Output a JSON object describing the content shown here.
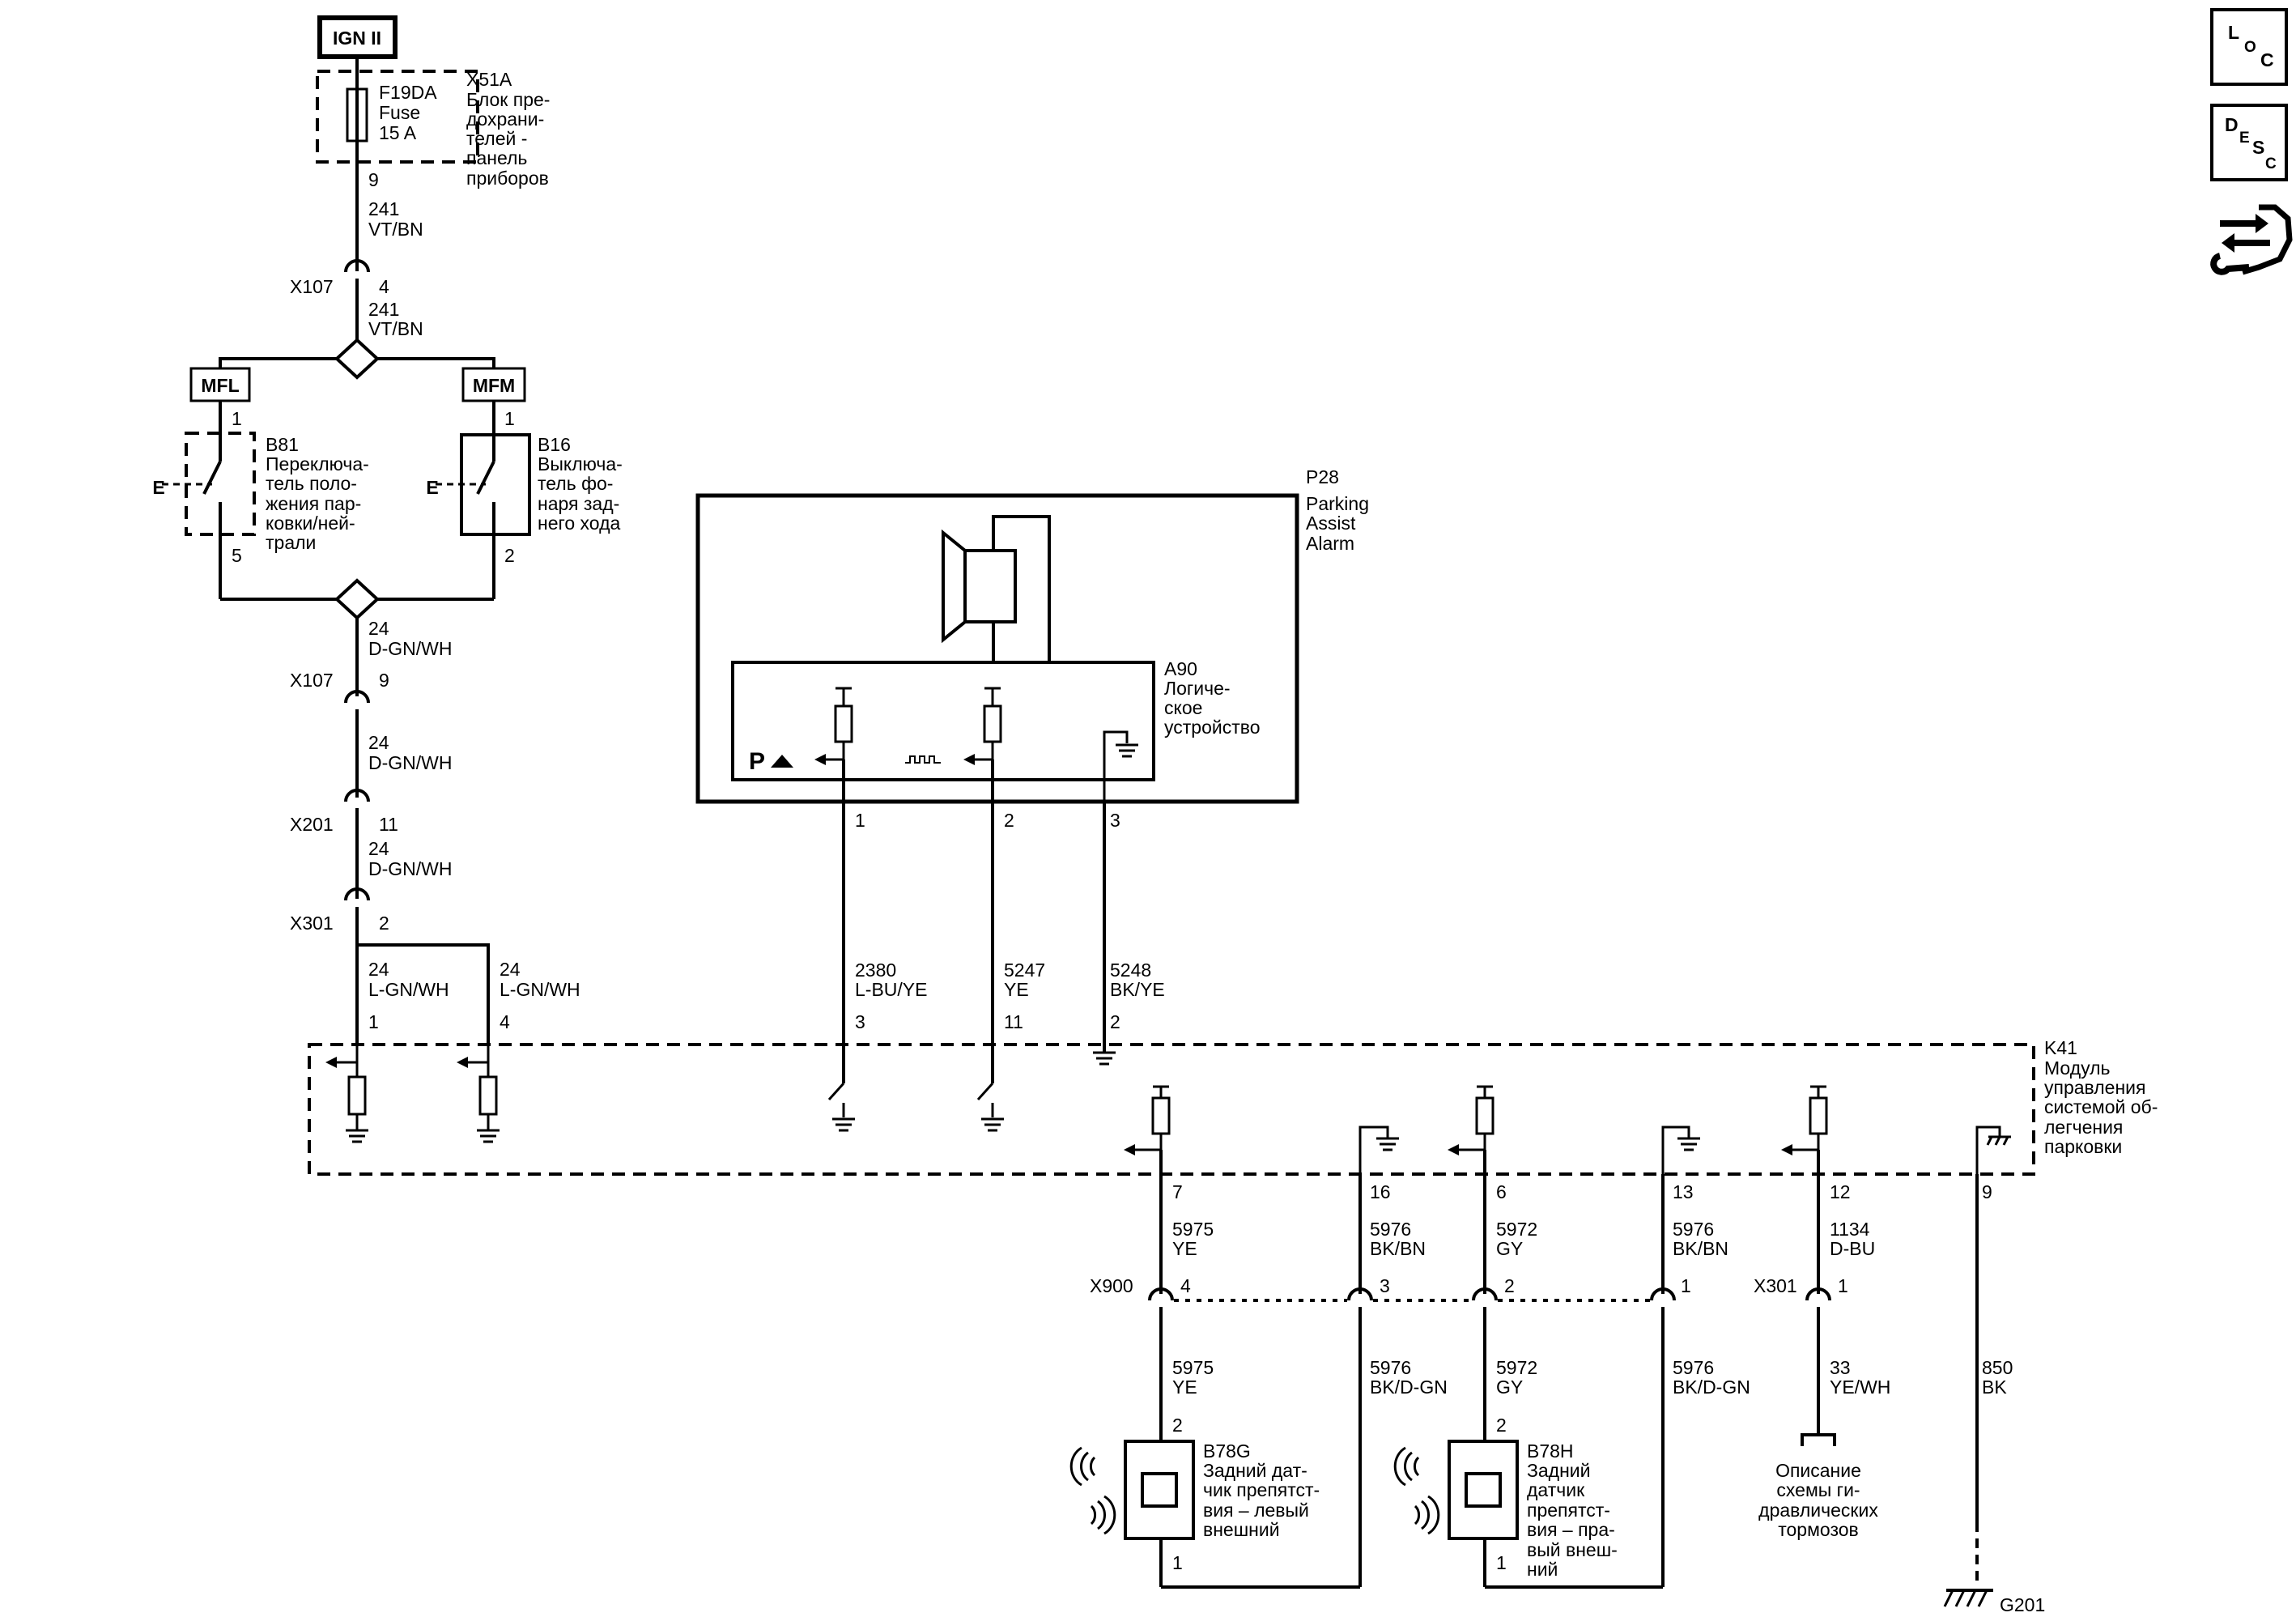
{
  "power": {
    "ign": "IGN II"
  },
  "fuse_block": {
    "fuse_id": "F19DA",
    "fuse_type": "Fuse",
    "fuse_rating": "15 A",
    "id": "X51A",
    "desc": [
      "Блок пре-",
      "дохрани-",
      "телей -",
      "панель",
      "приборов"
    ],
    "pin": "9"
  },
  "wire_241": {
    "circuit": "241",
    "color": "VT/BN"
  },
  "x107_a": {
    "connector": "X107",
    "pin": "4"
  },
  "splice_labels": {
    "left": "MFL",
    "right": "MFM"
  },
  "b81": {
    "id": "B81",
    "desc": [
      "Переключа-",
      "тель поло-",
      "жения пар-",
      "ковки/ней-",
      "трали"
    ],
    "pin_top": "1",
    "pin_bottom": "5"
  },
  "b16": {
    "id": "B16",
    "desc": [
      "Выключа-",
      "тель фо-",
      "наря зад-",
      "него хода"
    ],
    "pin_top": "1",
    "pin_bottom": "2"
  },
  "wire_24": {
    "circuit": "24",
    "color": "D-GN/WH"
  },
  "x107_b": {
    "connector": "X107",
    "pin": "9"
  },
  "x201": {
    "connector": "X201",
    "pin": "11"
  },
  "x301": {
    "connector": "X301",
    "pin": "2"
  },
  "wire_24_lgn": {
    "circuit": "24",
    "color": "L-GN/WH"
  },
  "p28": {
    "id": "P28",
    "desc": [
      "Parking",
      "Assist",
      "Alarm"
    ]
  },
  "a90": {
    "id": "A90",
    "desc": [
      "Логиче-",
      "ское",
      "устройство"
    ],
    "pins": [
      "1",
      "2",
      "3"
    ]
  },
  "alarm_wires": [
    {
      "circuit": "2380",
      "color": "L-BU/YE",
      "k41_pin": "3"
    },
    {
      "circuit": "5247",
      "color": "YE",
      "k41_pin": "11"
    },
    {
      "circuit": "5248",
      "color": "BK/YE",
      "k41_pin": "2"
    }
  ],
  "k41": {
    "id": "K41",
    "desc": [
      "Модуль",
      "управления",
      "системой об-",
      "легчения",
      "парковки"
    ],
    "left_pins": [
      "1",
      "4"
    ]
  },
  "k41_lower": [
    {
      "pin": "7",
      "circuit": "5975",
      "color": "YE"
    },
    {
      "pin": "16",
      "circuit": "5976",
      "color": "BK/BN"
    },
    {
      "pin": "6",
      "circuit": "5972",
      "color": "GY"
    },
    {
      "pin": "13",
      "circuit": "5976",
      "color": "BK/BN"
    },
    {
      "pin": "12",
      "circuit": "1134",
      "color": "D-BU"
    },
    {
      "pin": "9"
    }
  ],
  "x900": {
    "connector": "X900",
    "pins": [
      "4",
      "3",
      "2",
      "1"
    ]
  },
  "x301_b": {
    "connector": "X301",
    "pin": "1"
  },
  "lower_wires": [
    {
      "circuit": "5975",
      "color": "YE"
    },
    {
      "circuit": "5976",
      "color": "BK/D-GN"
    },
    {
      "circuit": "5972",
      "color": "GY"
    },
    {
      "circuit": "5976",
      "color": "BK/D-GN"
    },
    {
      "circuit": "33",
      "color": "YE/WH"
    },
    {
      "circuit": "850",
      "color": "BK"
    }
  ],
  "b78g": {
    "id": "B78G",
    "desc": [
      "Задний дат-",
      "чик препятст-",
      "вия – левый",
      "внешний"
    ],
    "pin_top": "2",
    "pin_bottom": "1"
  },
  "b78h": {
    "id": "B78H",
    "desc": [
      "Задний",
      "датчик",
      "препятст-",
      "вия – пра-",
      "вый внеш-",
      "ний"
    ],
    "pin_top": "2",
    "pin_bottom": "1"
  },
  "brake_ref": [
    "Описание",
    "схемы ги-",
    "дравлических",
    "тормозов"
  ],
  "ground": {
    "id": "G201"
  },
  "side_icons": {
    "loc": {
      "l": "L",
      "o": "O",
      "c": "C"
    },
    "desc": {
      "d": "D",
      "e": "E",
      "s": "S",
      "c": "C"
    },
    "tool": "connector-wrench-icon"
  }
}
